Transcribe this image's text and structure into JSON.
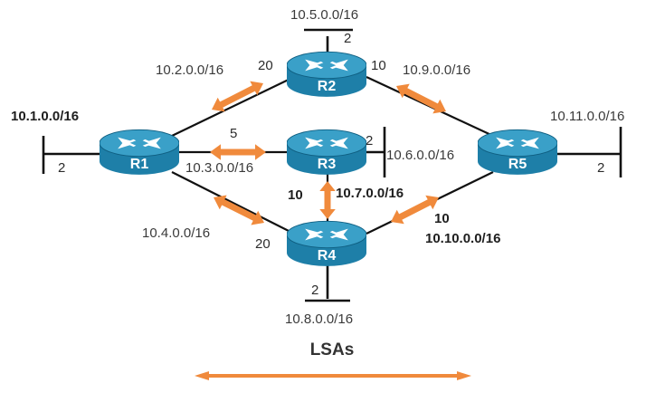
{
  "colors": {
    "router_body": "#1e7fa8",
    "router_top": "#3aa0c8",
    "router_dark": "#0f5f82",
    "lsa_arrow": "#f08a3c",
    "link": "#111111"
  },
  "routers": [
    {
      "id": "R1",
      "label": "R1",
      "icon": "router-icon"
    },
    {
      "id": "R2",
      "label": "R2",
      "icon": "router-icon"
    },
    {
      "id": "R3",
      "label": "R3",
      "icon": "router-icon"
    },
    {
      "id": "R4",
      "label": "R4",
      "icon": "router-icon"
    },
    {
      "id": "R5",
      "label": "R5",
      "icon": "router-icon"
    }
  ],
  "networks": {
    "n1": "10.1.0.0/16",
    "n2": "10.2.0.0/16",
    "n3": "10.3.0.0/16",
    "n4": "10.4.0.0/16",
    "n5": "10.5.0.0/16",
    "n6": "10.6.0.0/16",
    "n7": "10.7.0.0/16",
    "n8": "10.8.0.0/16",
    "n9": "10.9.0.0/16",
    "n10": "10.10.0.0/16",
    "n11": "10.11.0.0/16"
  },
  "costs": {
    "r1_lan": "2",
    "r2_lan": "2",
    "r3_lan": "2",
    "r4_lan": "2",
    "r5_lan": "2",
    "r1_r2": "20",
    "r1_r3": "5",
    "r1_r4": "20",
    "r2_r5": "10",
    "r3_r4": "10",
    "r4_r5": "10"
  },
  "legend": {
    "label": "LSAs"
  }
}
